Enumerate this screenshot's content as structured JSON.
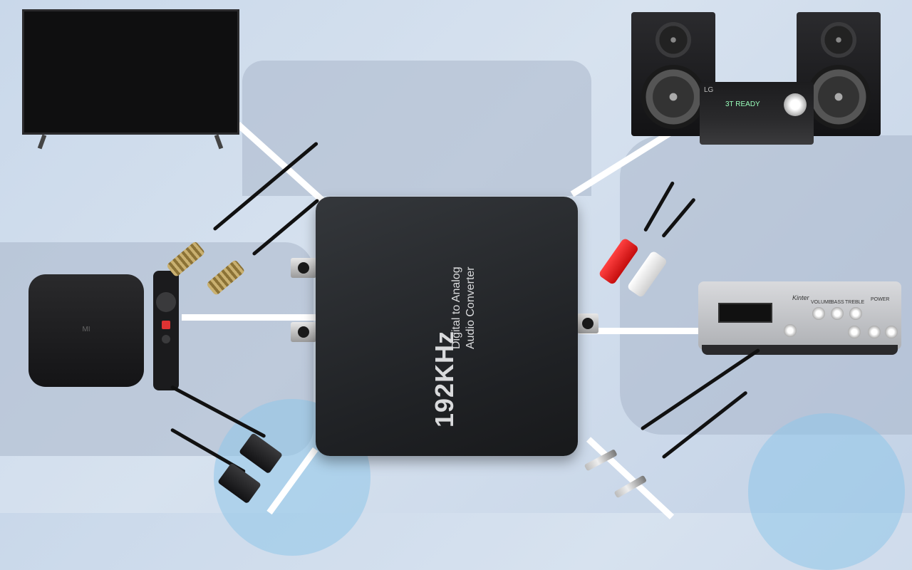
{
  "converter": {
    "frequency_label": "192KHz",
    "description_line1": "Digital to Analog",
    "description_line2": "Audio Converter"
  },
  "devices": {
    "box_logo": "MI",
    "stereo_brand": "LG",
    "stereo_display": "3T READY",
    "amp_brand": "Kinter",
    "amp_knob_labels": [
      "VOLUME",
      "BASS",
      "TREBLE",
      "POWER"
    ]
  },
  "colors": {
    "background": "#c9d8ea",
    "connector_lines": "#ffffff",
    "device_body": "#1f2124"
  }
}
